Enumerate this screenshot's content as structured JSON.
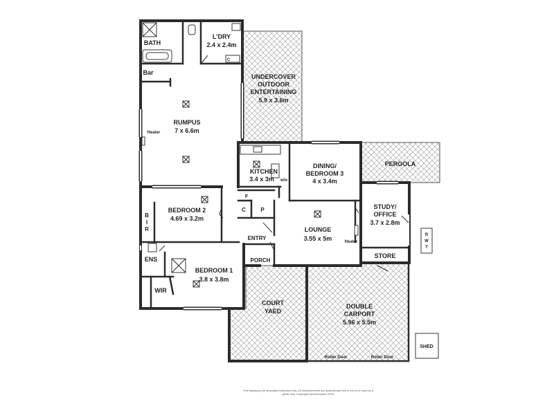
{
  "rooms": {
    "bath": {
      "name": "BATH"
    },
    "laundry": {
      "name": "L'DRY",
      "size": "2.4 x 2.4m"
    },
    "bar": {
      "name": "Bar"
    },
    "outdoor": {
      "line1": "UNDERCOVER",
      "line2": "OUTDOOR",
      "line3": "ENTERTAINING",
      "size": "5.9 x 3.6m"
    },
    "rumpus": {
      "name": "RUMPUS",
      "size": "7 x 6.6m"
    },
    "heater_rumpus": {
      "name": "Heater"
    },
    "kitchen": {
      "name": "KITCHEN",
      "size": "3.4 x 3m",
      "wo": "w/o"
    },
    "dining": {
      "line1": "DINING/",
      "line2": "BEDROOM 3",
      "size": "4 x 3.4m"
    },
    "pergola": {
      "name": "PERGOLA"
    },
    "study": {
      "line1": "STUDY/",
      "line2": "OFFICE",
      "size": "3.7 x 2.8m"
    },
    "bedroom2": {
      "name": "BEDROOM 2",
      "size": "4.69 x 3.2m"
    },
    "bir": {
      "b": "B",
      "i": "I",
      "r": "R"
    },
    "pantry_f": {
      "name": "F"
    },
    "pantry_c": {
      "name": "C"
    },
    "pantry_p": {
      "name": "P"
    },
    "laundry_c": {
      "name": "C"
    },
    "entry": {
      "name": "ENTRY"
    },
    "lounge": {
      "name": "LOUNGE",
      "size": "3.55 x 5m"
    },
    "heater_lounge": {
      "name": "Heater"
    },
    "ens": {
      "name": "ENS"
    },
    "bedroom1": {
      "name": "BEDROOM 1",
      "size": "3.8 x 3.8m"
    },
    "wir": {
      "name": "WIR"
    },
    "porch": {
      "name": "PORCH"
    },
    "store": {
      "name": "STORE"
    },
    "rwt": {
      "r": "R",
      "w": "W",
      "t": "T"
    },
    "court": {
      "line1": "COURT",
      "line2": "YAED"
    },
    "carport": {
      "line1": "DOUBLE",
      "line2": "CARPORT",
      "size": "5.96 x 5.5m"
    },
    "roller1": {
      "name": "Roller Door"
    },
    "roller2": {
      "name": "Roller Door"
    },
    "shed": {
      "name": "SHED"
    }
  },
  "disclaimer": {
    "line1": "This drawing is for illustration purposes only. All measurements are approximate and is not to be used as a",
    "line2": "guide only. Copyright exposureplace 2015"
  }
}
